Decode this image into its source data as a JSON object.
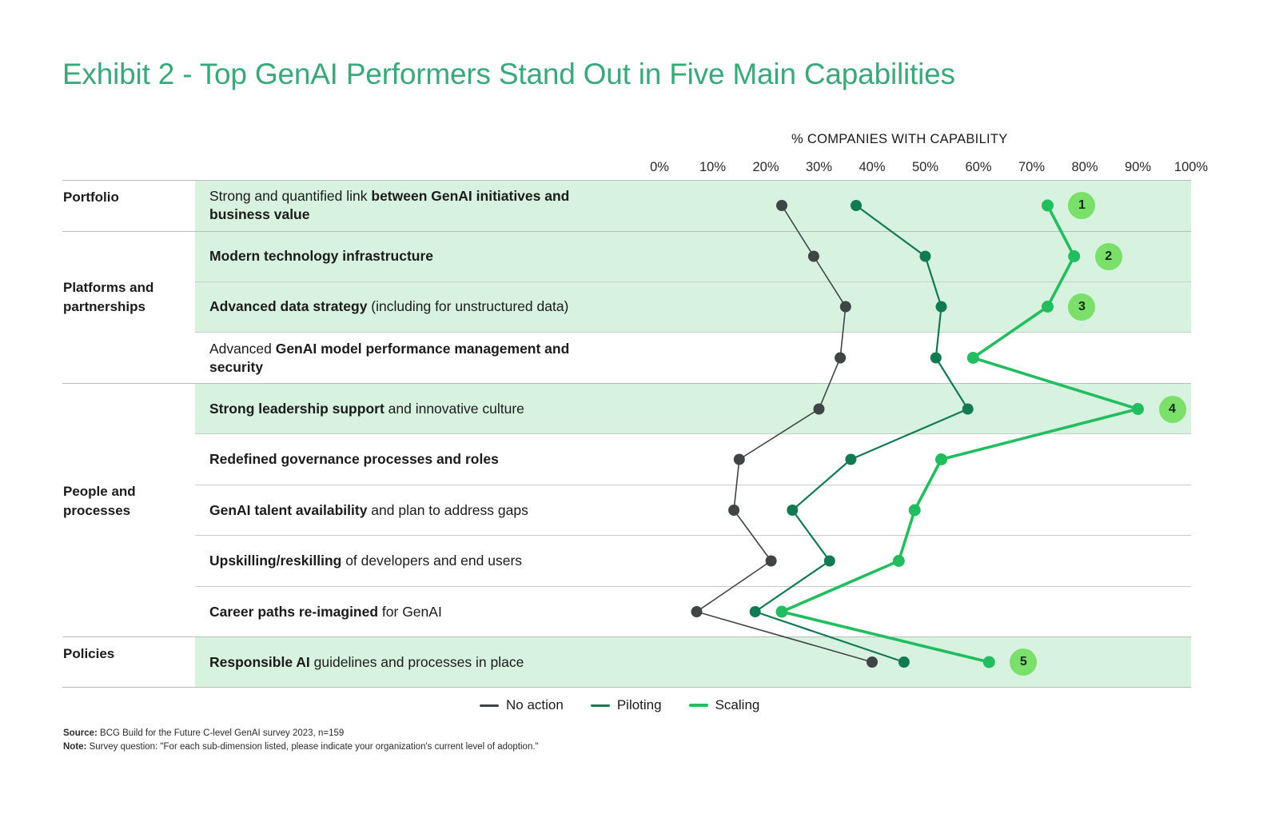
{
  "title": "Exhibit 2 - Top GenAI Performers Stand Out in Five Main Capabilities",
  "axis_title": "% COMPANIES WITH CAPABILITY",
  "colors": {
    "title": "#3aa87a",
    "no_action": "#3f4444",
    "piloting": "#117a51",
    "scaling": "#22bd5e",
    "band": "#d8f2e0",
    "badge": "#7ae06a"
  },
  "groups": [
    {
      "label": "Portfolio"
    },
    {
      "label": "Platforms and\npartnerships"
    },
    {
      "label": "People and\nprocesses"
    },
    {
      "label": "Policies"
    }
  ],
  "legend": [
    {
      "label": "No action",
      "color": "#3f4444"
    },
    {
      "label": "Piloting",
      "color": "#117a51"
    },
    {
      "label": "Scaling",
      "color": "#22bd5e"
    }
  ],
  "footnotes": {
    "source_label": "Source:",
    "source_text": " BCG Build for the Future C-level GenAI survey 2023, n=159",
    "note_label": "Note:",
    "note_text": " Survey question:  \"For each sub-dimension listed, please indicate your organization's current level of adoption.\""
  },
  "badges": [
    {
      "label": "1",
      "row": 0
    },
    {
      "label": "2",
      "row": 1
    },
    {
      "label": "3",
      "row": 2
    },
    {
      "label": "4",
      "row": 4
    },
    {
      "label": "5",
      "row": 9
    }
  ],
  "chart_data": {
    "type": "line",
    "title": "Exhibit 2 - Top GenAI Performers Stand Out in Five Main Capabilities",
    "xlabel": "% COMPANIES WITH CAPABILITY",
    "ylabel": "",
    "xlim": [
      0,
      100
    ],
    "grid": true,
    "legend_position": "bottom",
    "tick_labels": [
      "0%",
      "10%",
      "20%",
      "30%",
      "40%",
      "50%",
      "60%",
      "70%",
      "80%",
      "90%",
      "100%"
    ],
    "ticks": [
      0,
      10,
      20,
      30,
      40,
      50,
      60,
      70,
      80,
      90,
      100
    ],
    "categories": [
      "Strong and quantified link between GenAI initiatives and business value",
      "Modern technology infrastructure",
      "Advanced data strategy (including for unstructured data)",
      "Advanced GenAI model performance management and security",
      "Strong leadership support and innovative culture",
      "Redefined governance processes and roles",
      "GenAI talent availability and plan to address gaps",
      "Upskilling/reskilling of developers and end users",
      "Career paths re-imagined for GenAI",
      "Responsible AI guidelines and processes in place"
    ],
    "category_labels_rich": [
      {
        "plain_prefix": "Strong and quantified link ",
        "bold": "between GenAI initiatives and business value",
        "plain_suffix": ""
      },
      {
        "plain_prefix": "",
        "bold": "Modern technology infrastructure",
        "plain_suffix": ""
      },
      {
        "plain_prefix": "",
        "bold": "Advanced data strategy",
        "plain_suffix": " (including for unstructured data)"
      },
      {
        "plain_prefix": "Advanced ",
        "bold": "GenAI model performance management and security",
        "plain_suffix": ""
      },
      {
        "plain_prefix": "",
        "bold": "Strong leadership support",
        "plain_suffix": " and innovative culture"
      },
      {
        "plain_prefix": "",
        "bold": "Redefined governance processes and roles",
        "plain_suffix": ""
      },
      {
        "plain_prefix": "",
        "bold": "GenAI talent availability",
        "plain_suffix": " and plan to address gaps"
      },
      {
        "plain_prefix": "",
        "bold": "Upskilling/reskilling",
        "plain_suffix": " of developers and end users"
      },
      {
        "plain_prefix": "",
        "bold": "Career paths re-imagined",
        "plain_suffix": " for GenAI"
      },
      {
        "plain_prefix": "",
        "bold": "Responsible AI",
        "plain_suffix": " guidelines and processes in place"
      }
    ],
    "series": [
      {
        "name": "No action",
        "color": "#3f4444",
        "values": [
          23,
          29,
          35,
          34,
          30,
          15,
          14,
          21,
          7,
          40
        ]
      },
      {
        "name": "Piloting",
        "color": "#117a51",
        "values": [
          37,
          50,
          53,
          52,
          58,
          36,
          25,
          32,
          18,
          46
        ]
      },
      {
        "name": "Scaling",
        "color": "#22bd5e",
        "values": [
          73,
          78,
          73,
          59,
          90,
          53,
          48,
          45,
          23,
          62
        ]
      }
    ]
  },
  "row_bands": [
    true,
    true,
    true,
    false,
    true,
    false,
    false,
    false,
    false,
    true
  ]
}
